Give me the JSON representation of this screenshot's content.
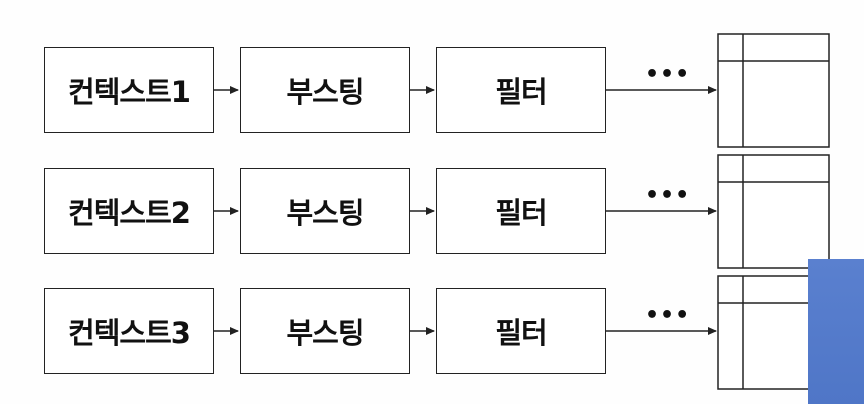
{
  "rows": [
    {
      "context": "컨텍스트1",
      "boosting": "부스팅",
      "filter": "필터",
      "more": "•••"
    },
    {
      "context": "컨텍스트2",
      "boosting": "부스팅",
      "filter": "필터",
      "more": "•••"
    },
    {
      "context": "컨텍스트3",
      "boosting": "부스팅",
      "filter": "필터",
      "more": "•••"
    }
  ],
  "colors": {
    "stroke": "#222222",
    "overlay": "#5a80cf"
  }
}
